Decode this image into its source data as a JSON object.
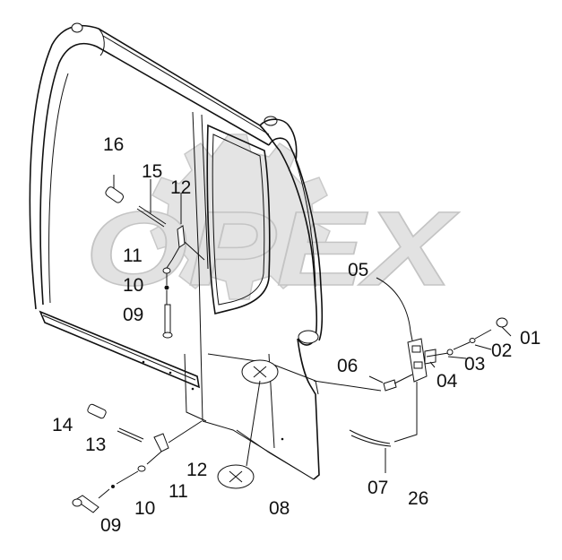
{
  "watermark": "OPEX",
  "callouts": {
    "c01": "01",
    "c02": "02",
    "c03": "03",
    "c04": "04",
    "c05": "05",
    "c06": "06",
    "c07": "07",
    "c08": "08",
    "c09a": "09",
    "c09b": "09",
    "c10a": "10",
    "c10b": "10",
    "c11a": "11",
    "c11b": "11",
    "c12a": "12",
    "c12b": "12",
    "c13": "13",
    "c14": "14",
    "c15": "15",
    "c16": "16",
    "c26": "26"
  }
}
